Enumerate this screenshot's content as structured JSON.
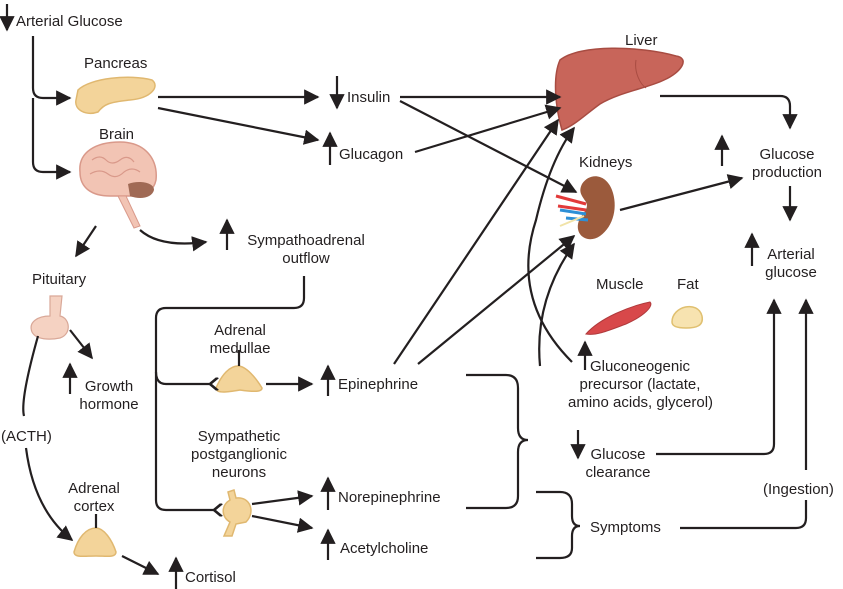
{
  "colors": {
    "ink": "#231f20",
    "liver": "#c8655a",
    "kidney": "#9b5a3c",
    "pancreas": "#f3d49a",
    "brain": "#f2c4b4",
    "gland": "#f3d49a",
    "muscle": "#d8484a",
    "fat": "#f7e3b0"
  },
  "nodes": {
    "arterial_glucose_top": {
      "arrow": "down",
      "text": "Arterial Glucose"
    },
    "pancreas": {
      "text": "Pancreas"
    },
    "brain": {
      "text": "Brain"
    },
    "insulin": {
      "arrow": "down",
      "text": "Insulin"
    },
    "glucagon": {
      "arrow": "up",
      "text": "Glucagon"
    },
    "liver": {
      "text": "Liver"
    },
    "kidneys": {
      "text": "Kidneys"
    },
    "glucose_production": {
      "arrow": "up",
      "line1": "Glucose",
      "line2": "production"
    },
    "arterial_glucose_right": {
      "arrow": "up",
      "line1": "Arterial",
      "line2": "glucose"
    },
    "sympathoadrenal": {
      "arrow": "up",
      "line1": "Sympathoadrenal",
      "line2": "outflow"
    },
    "pituitary": {
      "text": "Pituitary"
    },
    "growth_hormone": {
      "arrow": "up",
      "line1": "Growth",
      "line2": "hormone"
    },
    "acth": {
      "text": "(ACTH)"
    },
    "adrenal_medullae": {
      "line1": "Adrenal",
      "line2": "medullae"
    },
    "epinephrine": {
      "arrow": "up",
      "text": "Epinephrine"
    },
    "sympathetic_neurons": {
      "line1": "Sympathetic",
      "line2": "postganglionic",
      "line3": "neurons"
    },
    "norepinephrine": {
      "arrow": "up",
      "text": "Norepinephrine"
    },
    "acetylcholine": {
      "arrow": "up",
      "text": "Acetylcholine"
    },
    "adrenal_cortex": {
      "line1": "Adrenal",
      "line2": "cortex"
    },
    "cortisol": {
      "arrow": "up",
      "text": "Cortisol"
    },
    "muscle": {
      "text": "Muscle"
    },
    "fat": {
      "text": "Fat"
    },
    "gluconeogenic": {
      "arrow": "up",
      "line1": "Gluconeogenic",
      "line2": "precursor (lactate,",
      "line3": "amino acids, glycerol)"
    },
    "glucose_clearance": {
      "arrow": "down",
      "line1": "Glucose",
      "line2": "clearance"
    },
    "symptoms": {
      "text": "Symptoms"
    },
    "ingestion": {
      "text": "(Ingestion)"
    }
  }
}
